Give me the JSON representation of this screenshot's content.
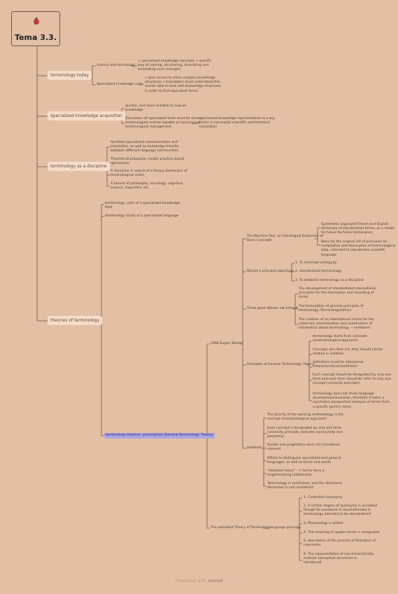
{
  "root": {
    "title": "Tema 3.3.",
    "icon": "ladybug-icon"
  },
  "branches": {
    "terminology_today": {
      "label": "terminology today",
      "science_tech": "science and technology",
      "science_tech_desc": "→ specialized knowledge concepts → specific\nway of naming, structuring, describing and\ntranslating such concepts.",
      "units": "Specialized knowledge units",
      "units_desc": "→ give access to more complex knowledge\nstructures → translators must understand this\nand be able to deal with knowledge structures\nin order to find equivalent terms"
    },
    "acquisition": {
      "label": "Specialized knowledge acquisition",
      "a1": "quicker, and more feasible to acquire\nknowledge",
      "a2": "Translators of specialized texts must be closet\nterminologists and be capable of carrying out\nterminological management",
      "a2_desc": "specialized knowledge representation is a key\nfactor in successful scientific and technical\ntranslation"
    },
    "discipline": {
      "label": "terminology as a discipline",
      "d1": "facilitate specialized communication and\ntranslation, as well as knowledge transfer\nbetween different language communities",
      "d2": "Theoretical proposals: mostly practice-based\n(glossaries)",
      "d3": "A discipline in search of a theory (behaviour of\nterminological units)",
      "d4": "A branch of philosophy, sociology, cognitive\nscience, linguistics, etc"
    },
    "theories": {
      "label": "theories of terminology",
      "t1": "terminology: units of a specialized knowledge\nfield",
      "t2": "terminology: study of a specialized language",
      "theories_hl": "terminology theories",
      "prescriptive_hl": "prescriptive (General Terminology Theory)",
      "wuster": "1968 Eugen Wüster",
      "machine_tool": "The Machine Tool. an Interlingual Dictionary of\nBasic Concepts",
      "mt1": "Systematic organized French and English\ndictionary of standardized terms, as a model\nfor future technical dictionaries.",
      "mt2": "Basis for the original set of principles for\ncompilation and description of terminological\ndata, intended to standardize scientific\nlanguage",
      "objectives": "Wüster's principal objectives",
      "o1": "1. To eliminate ambiguity",
      "o2": "2. standardized terminology",
      "o3": "3. To establish terminology as a discipline",
      "goals": "Three goals Wüster set himself",
      "g1": "The development of standardized international\nprinciples for the description and recording of\nterms",
      "g2": "The formulation of general principles of\nterminology (Terminologielehre)",
      "g3": "The creation of an international centre for the\ncollection, dissemination and coordination of\ninformation about terminology, -->Infoterm",
      "principles": "Principles of General Terminology Theory",
      "p1": "terminology starts from concepts\n(onomasiological approach)",
      "p2": "Concepts are clear-cut, they should not be\nstudied in isolation",
      "p3": "definitions must be intensional\n(characteristics/conditions)",
      "p4": "Each concept should be designated by only one\nterm and each term should be refer to only one\nconcept (univocity principle)",
      "p5": "terminology does not study language\ndevelopment/evolution, therefore it takes a\nsynchronic perspective (analysis of terms from\na specific point in time)",
      "problems": "problems",
      "pr1": "The priority of the working methodology is the\nconcept (onomasiological approach)",
      "pr2": "Each concept is designated by only one term\n(univocity principle, excludes synonymity and\npolysemy)",
      "pr3": "Syntax and pragmatics were not considered\nrelevant",
      "pr4": "Efforts to distinguish specialized and general\nlanguages, as well as terms and words",
      "pr5": "\"idealized vision\" --> terms have a\nsinglemeaning relationship",
      "pr6": "Terminology is synchronic, and the diachronic\ndimension is not considered",
      "extended": "The extended Theory of Terminology",
      "planning": "language planning",
      "e1": "1. Controlled synonymy",
      "e2": "2. A certain degree of synonymy is accepted\nthough its avoidance is recommended in\nterminology intended to be standardized",
      "e3": "3. Phraseology is added",
      "e4": "4. The meaning of spoken forms is recognized",
      "e5": "5. description of the process of formation of\nnew terms",
      "e6": "6. The representation of non-hierarchically-\nordered conceptual structures is\nintroduced."
    }
  },
  "footer": {
    "presented": "Presented with",
    "brand": "xmind"
  },
  "colors": {
    "background": "#e2bfa5",
    "line": "#6b5a4c",
    "highlight": "#a9a6e6",
    "node": "#f5dcc8"
  }
}
